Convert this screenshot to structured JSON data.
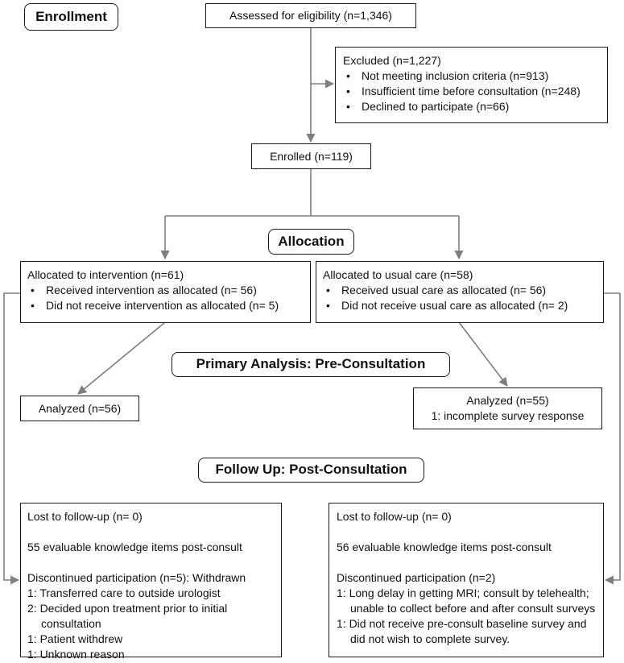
{
  "stages": {
    "enrollment": "Enrollment",
    "allocation": "Allocation",
    "primary_analysis": "Primary Analysis: Pre-Consultation",
    "follow_up": "Follow Up: Post-Consultation"
  },
  "assessed": "Assessed for eligibility (n=1,346)",
  "excluded": {
    "title": "Excluded (n=1,227)",
    "items": [
      "Not meeting inclusion criteria (n=913)",
      "Insufficient time before consultation (n=248)",
      "Declined to participate (n=66)"
    ]
  },
  "enrolled": "Enrolled (n=119)",
  "intervention": {
    "title": "Allocated to intervention (n=61)",
    "items": [
      "Received intervention as allocated (n= 56)",
      "Did not receive intervention as allocated (n= 5)"
    ]
  },
  "usual_care": {
    "title": "Allocated to usual care (n=58)",
    "items": [
      "Received usual care as allocated (n= 56)",
      "Did not receive usual care as allocated (n= 2)"
    ]
  },
  "analyzed_left": "Analyzed (n=56)",
  "analyzed_right": {
    "title": "Analyzed (n=55)",
    "note": "1: incomplete survey response"
  },
  "followup_left": {
    "lost": "Lost to follow-up (n= 0)",
    "evaluable": "55 evaluable knowledge items post-consult",
    "discontinued": "Discontinued participation (n=5): Withdrawn",
    "reasons": [
      "1: Transferred care to outside urologist",
      "2: Decided upon treatment prior to initial consultation",
      "1: Patient withdrew",
      "1: Unknown reason"
    ]
  },
  "followup_right": {
    "lost": "Lost to follow-up (n= 0)",
    "evaluable": "56 evaluable knowledge items post-consult",
    "discontinued": "Discontinued participation (n=2)",
    "reasons": [
      "1: Long delay in getting MRI; consult by telehealth; unable to collect before and after consult surveys",
      "1: Did not receive pre-consult baseline survey and did not wish to complete survey."
    ]
  },
  "colors": {
    "arrow": "#7f7f7f",
    "border": "#1a1a1a"
  }
}
